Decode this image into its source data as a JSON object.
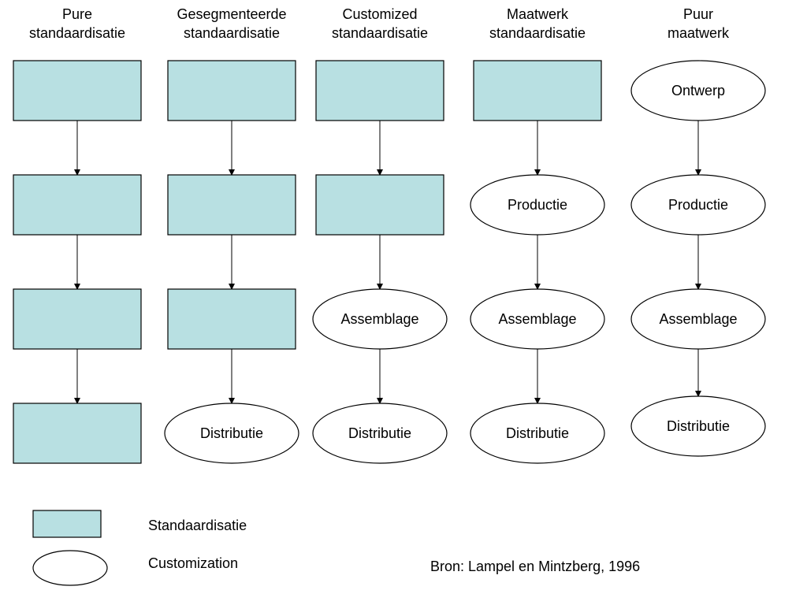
{
  "columns": [
    {
      "header": [
        "Pure",
        "standaardisatie"
      ],
      "nodes": [
        {
          "shape": "box",
          "label": ""
        },
        {
          "shape": "box",
          "label": ""
        },
        {
          "shape": "box",
          "label": ""
        },
        {
          "shape": "box",
          "label": ""
        }
      ]
    },
    {
      "header": [
        "Gesegmenteerde",
        "standaardisatie"
      ],
      "nodes": [
        {
          "shape": "box",
          "label": ""
        },
        {
          "shape": "box",
          "label": ""
        },
        {
          "shape": "box",
          "label": ""
        },
        {
          "shape": "ellipse",
          "label": "Distributie"
        }
      ]
    },
    {
      "header": [
        "Customized",
        "standaardisatie"
      ],
      "nodes": [
        {
          "shape": "box",
          "label": ""
        },
        {
          "shape": "box",
          "label": ""
        },
        {
          "shape": "ellipse",
          "label": "Assemblage"
        },
        {
          "shape": "ellipse",
          "label": "Distributie"
        }
      ]
    },
    {
      "header": [
        "Maatwerk",
        "standaardisatie"
      ],
      "nodes": [
        {
          "shape": "box",
          "label": ""
        },
        {
          "shape": "ellipse",
          "label": "Productie"
        },
        {
          "shape": "ellipse",
          "label": "Assemblage"
        },
        {
          "shape": "ellipse",
          "label": "Distributie"
        }
      ]
    },
    {
      "header": [
        "Puur",
        "maatwerk"
      ],
      "nodes": [
        {
          "shape": "ellipse",
          "label": "Ontwerp"
        },
        {
          "shape": "ellipse",
          "label": "Productie"
        },
        {
          "shape": "ellipse",
          "label": "Assemblage"
        },
        {
          "shape": "ellipse",
          "label": "Distributie"
        }
      ]
    }
  ],
  "legend": {
    "box_label": "Standaardisatie",
    "ellipse_label": "Customization"
  },
  "source": "Bron: Lampel en Mintzberg, 1996",
  "colors": {
    "box_fill": "#b8e0e2",
    "stroke": "#000000",
    "ellipse_fill": "#ffffff"
  }
}
